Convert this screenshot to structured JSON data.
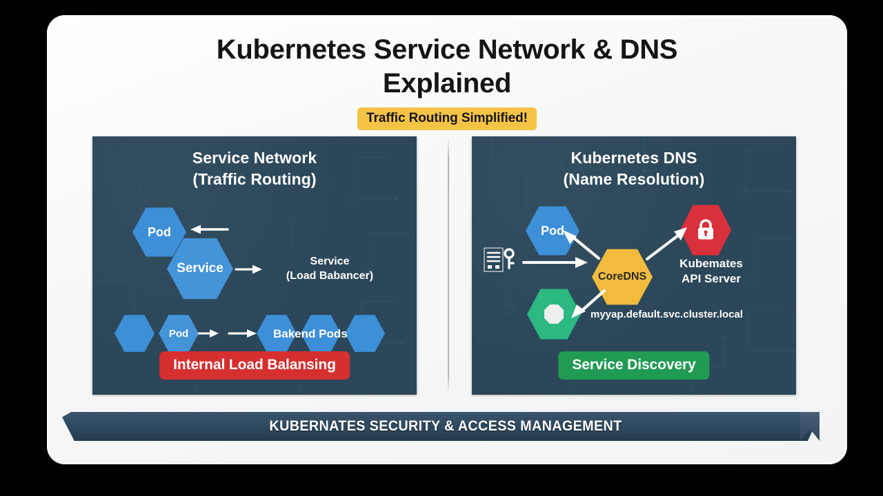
{
  "slide": {
    "title": "Kubernetes Service Network & DNS Explained",
    "title_line1": "Kubernetes Service Network & DNS",
    "title_line2": "Explained",
    "subtitle_badge": "Traffic Routing Simplified!"
  },
  "colors": {
    "panel_background": "#2b4759",
    "hex_blue": "#3d8fd8",
    "hex_red": "#d9303b",
    "hex_green": "#2bb881",
    "hex_amber": "#f3bb3d",
    "badge_yellow": "#f6c445",
    "badge_red": "#d62f30",
    "badge_green": "#219b53",
    "banner_blue": "#2f4a60",
    "slide_background": "#fbfbfb"
  },
  "left_panel": {
    "heading_line1": "Service Network",
    "heading_line2": "(Traffic Routing)",
    "nodes": {
      "pod_top": "Pod",
      "service": "Service",
      "pod_bottom": "Pod"
    },
    "labels": {
      "service_role_line1": "Service",
      "service_role_line2": "(Load Babancer)",
      "backend_pods": "Bakend  Pods"
    },
    "badge": "Internal Load Balansing"
  },
  "right_panel": {
    "heading_line1": "Kubernetes DNS",
    "heading_line2": "(Name Resolution)",
    "nodes": {
      "pod": "Pod",
      "coredns": "CoreDNS"
    },
    "labels": {
      "api_server_line1": "Kubemates",
      "api_server_line2": "API Server",
      "fqdn": "myyap.default.svc.cluster.local"
    },
    "badge": "Service Discovery",
    "icons": {
      "manifest": "document-key-icon",
      "lock": "lock-icon",
      "endpoint": "endpoint-circle-icon"
    }
  },
  "banner": {
    "text": "KUBERNATES SECURITY & ACCESS MANAGEMENT"
  }
}
